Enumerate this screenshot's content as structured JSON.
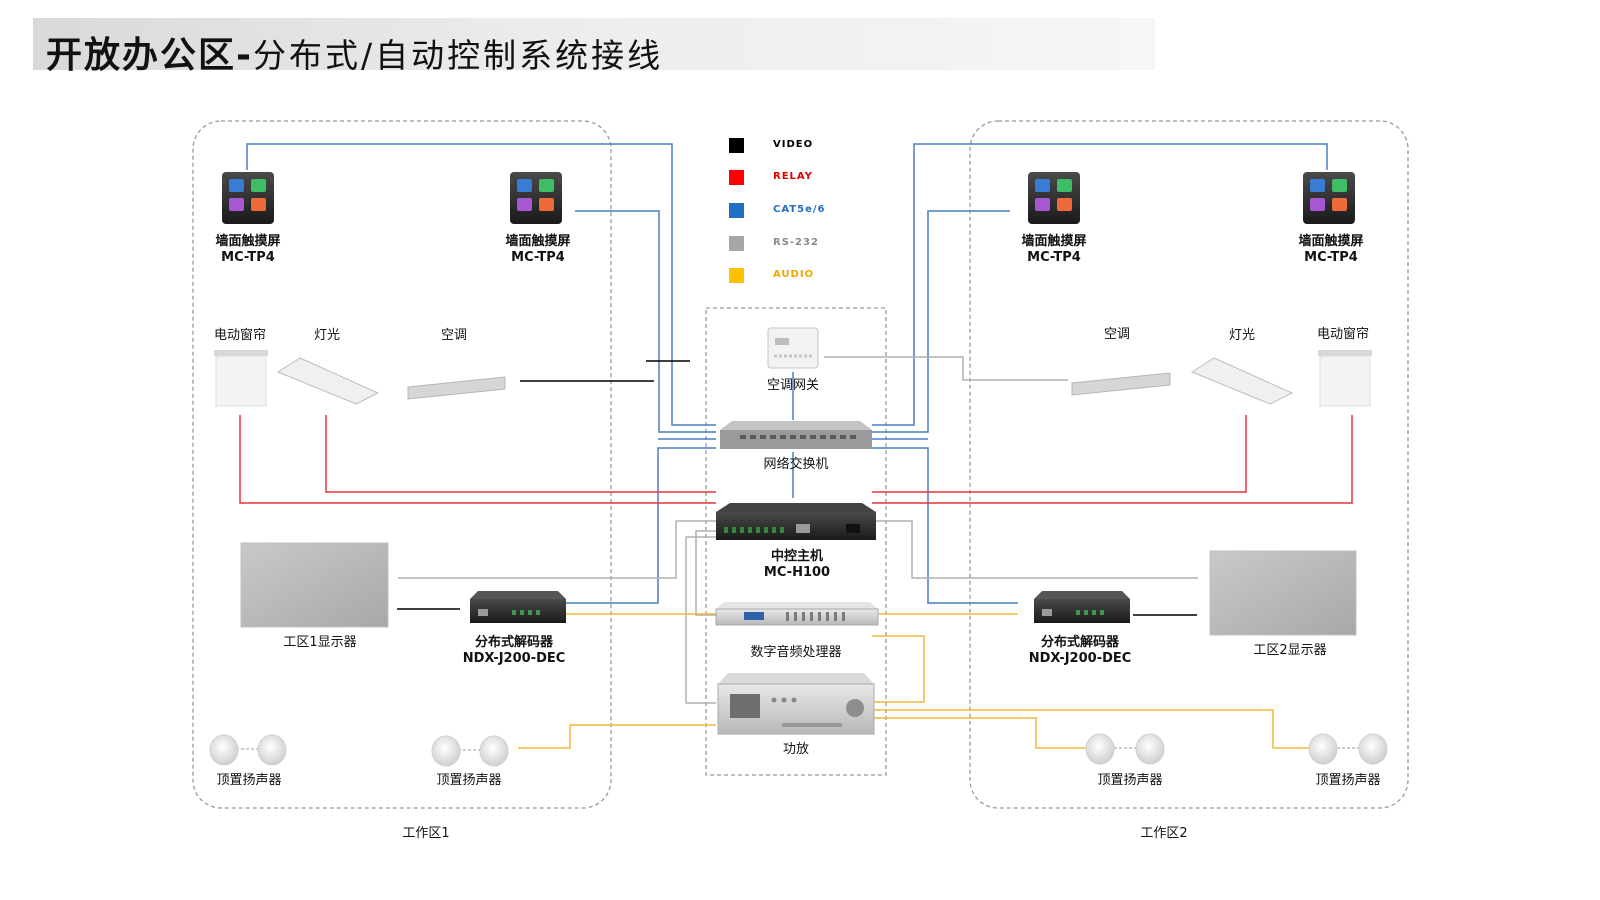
{
  "title": {
    "main": "开放办公区",
    "separator": "-",
    "sub": "分布式/自动控制系统接线"
  },
  "legend": [
    {
      "label": "VIDEO",
      "color": "#000000"
    },
    {
      "label": "RELAY",
      "color": "#ff0000"
    },
    {
      "label": "CAT5e/6",
      "color": "#1f6fc4"
    },
    {
      "label": "RS-232",
      "color": "#a6a6a6"
    },
    {
      "label": "AUDIO",
      "color": "#ffc000"
    }
  ],
  "zones": {
    "left": "工作区1",
    "right": "工作区2"
  },
  "devices": {
    "tp_name": "墙面触摸屏",
    "tp_model": "MC-TP4",
    "curtain": "电动窗帘",
    "light": "灯光",
    "ac": "空调",
    "ac_gateway": "空调网关",
    "switch": "网络交换机",
    "host_name": "中控主机",
    "host_model": "MC-H100",
    "decoder_name": "分布式解码器",
    "decoder_model": "NDX-J200-DEC",
    "dsp": "数字音频处理器",
    "amp": "功放",
    "display_left": "工区1显示器",
    "display_right": "工区2显示器",
    "speaker": "顶置扬声器"
  },
  "colors": {
    "video": "#000000",
    "relay": "#e8343c",
    "cat": "#4a7fc1",
    "rs232": "#b0b0b0",
    "audio": "#f0b93a"
  }
}
